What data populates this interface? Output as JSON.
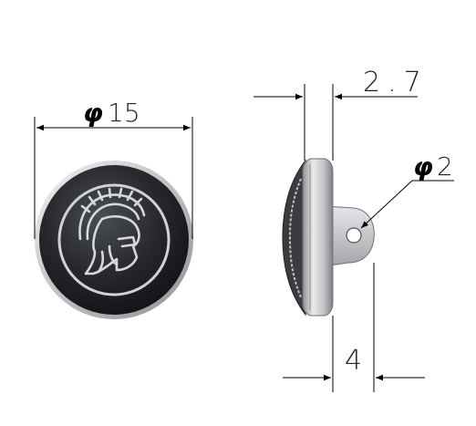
{
  "dimensions": {
    "diameter_symbol": "φ",
    "button_diameter": "15",
    "thickness": "2.7",
    "hole_diameter": "2",
    "shank_length": "4"
  },
  "colors": {
    "face": "#222428",
    "rim": "#c8cacc",
    "line": "#000000",
    "helmet": "#d6d8da"
  }
}
